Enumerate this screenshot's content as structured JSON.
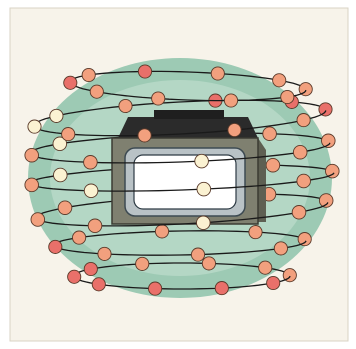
{
  "diagram": {
    "colors": {
      "paper": "#f7f3ea",
      "paper_edge": "#d9d3c4",
      "field_outer": "#9dcab4",
      "field_inner": "#c6e2d4",
      "screen_frame": "#7f8070",
      "screen_bezel": "#b9c2c6",
      "screen_face": "#ffffff",
      "housing_dark": "#2b2b2b",
      "ring_line": "#1a1a1a",
      "bead_salmon": "#f2a07e",
      "bead_red": "#e9706a",
      "bead_cream": "#fbf2d2",
      "bead_outline": "#5a3a2a"
    },
    "rings": [
      {
        "name": "ring-1",
        "beads": [
          {
            "color": "salmon"
          },
          {
            "color": "salmon"
          },
          {
            "color": "salmon"
          },
          {
            "color": "salmon"
          },
          {
            "color": "red"
          },
          {
            "color": "salmon"
          },
          {
            "color": "red"
          },
          {
            "color": "salmon"
          },
          {
            "color": "salmon"
          },
          {
            "color": "salmon"
          }
        ]
      },
      {
        "name": "ring-2",
        "beads": [
          {
            "color": "salmon"
          },
          {
            "color": "salmon"
          },
          {
            "color": "salmon"
          },
          {
            "color": "salmon"
          },
          {
            "color": "cream"
          },
          {
            "color": "cream"
          },
          {
            "color": "salmon"
          },
          {
            "color": "red"
          },
          {
            "color": "red"
          },
          {
            "color": "red"
          }
        ]
      },
      {
        "name": "ring-3",
        "beads": [
          {
            "color": "salmon"
          },
          {
            "color": "cream"
          },
          {
            "color": "salmon"
          },
          {
            "color": "salmon"
          },
          {
            "color": "cream"
          },
          {
            "color": "salmon"
          },
          {
            "color": "salmon"
          },
          {
            "color": "salmon"
          }
        ]
      },
      {
        "name": "ring-4",
        "beads": [
          {
            "color": "salmon"
          },
          {
            "color": "cream"
          },
          {
            "color": "cream"
          },
          {
            "color": "salmon"
          },
          {
            "color": "cream"
          },
          {
            "color": "salmon"
          },
          {
            "color": "salmon"
          },
          {
            "color": "salmon"
          }
        ]
      },
      {
        "name": "ring-5",
        "beads": [
          {
            "color": "salmon"
          },
          {
            "color": "cream"
          },
          {
            "color": "salmon"
          },
          {
            "color": "salmon"
          },
          {
            "color": "salmon"
          },
          {
            "color": "cream"
          },
          {
            "color": "salmon"
          },
          {
            "color": "salmon"
          }
        ]
      },
      {
        "name": "ring-6",
        "beads": [
          {
            "color": "salmon"
          },
          {
            "color": "salmon"
          },
          {
            "color": "salmon"
          },
          {
            "color": "red"
          },
          {
            "color": "salmon"
          },
          {
            "color": "salmon"
          },
          {
            "color": "salmon"
          },
          {
            "color": "salmon"
          }
        ]
      },
      {
        "name": "ring-7",
        "beads": [
          {
            "color": "red"
          },
          {
            "color": "red"
          },
          {
            "color": "red"
          },
          {
            "color": "red"
          },
          {
            "color": "red"
          },
          {
            "color": "red"
          },
          {
            "color": "salmon"
          },
          {
            "color": "salmon"
          },
          {
            "color": "salmon"
          },
          {
            "color": "salmon"
          }
        ]
      }
    ]
  }
}
